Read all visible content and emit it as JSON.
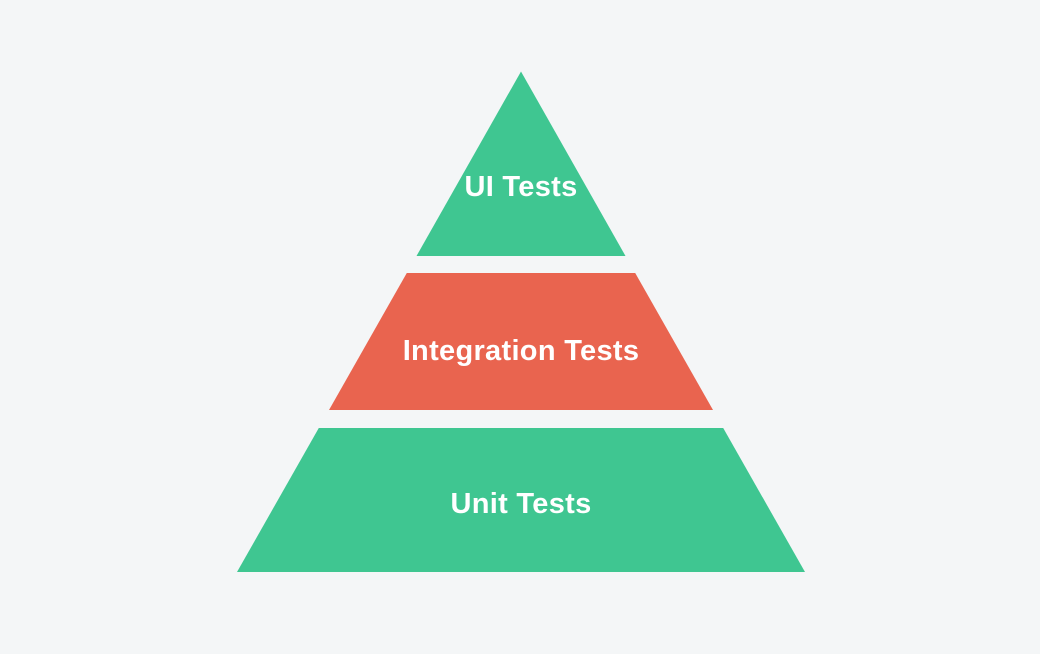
{
  "diagram": {
    "type": "pyramid",
    "background_color": "#f4f6f7",
    "label_color": "#ffffff",
    "layers": [
      {
        "position": "top",
        "label": "UI Tests",
        "color": "#3fc691"
      },
      {
        "position": "middle",
        "label": "Integration Tests",
        "color": "#e9644f"
      },
      {
        "position": "bottom",
        "label": "Unit Tests",
        "color": "#3fc691"
      }
    ]
  }
}
